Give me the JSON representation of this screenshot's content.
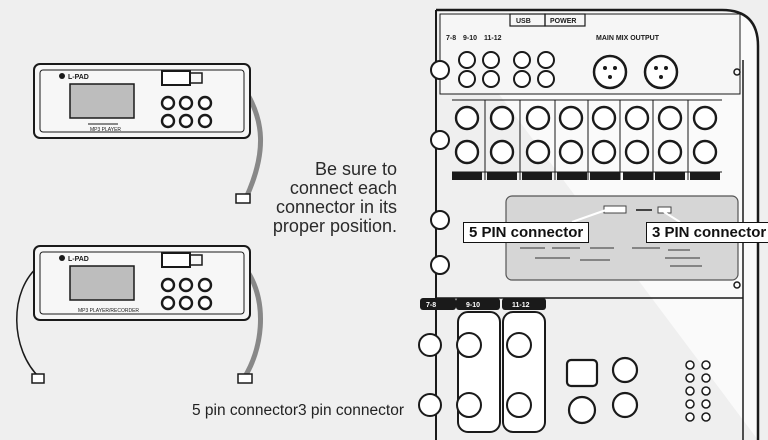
{
  "device_brand": "L-PAD",
  "device_top_label": "MP3 PLAYER",
  "device_bottom_label": "MP3 PLAYER/RECORDER",
  "instruction": [
    "Be sure to",
    "connect each",
    "connector in its",
    "proper position."
  ],
  "callouts": {
    "five_pin": "5 PIN connector",
    "three_pin": "3 PIN connector"
  },
  "bottom_labels": {
    "five_pin": "5 pin connector",
    "three_pin": "3 pin connector"
  },
  "mixer": {
    "top_labels": [
      "7-8",
      "9-10",
      "11-12",
      "USB",
      "POWER",
      "MAIN MIX OUTPUT"
    ],
    "lower_channel_labels": [
      "7-8",
      "9-10",
      "11-12"
    ]
  },
  "colors": {
    "background": "#efefef",
    "ink": "#1a1a1a",
    "panel_gray": "#d6d6d6"
  }
}
